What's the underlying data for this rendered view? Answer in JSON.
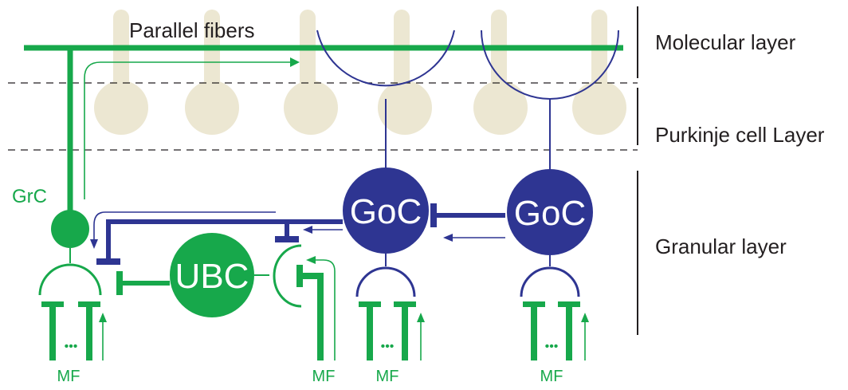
{
  "labels": {
    "parallel_fibers": "Parallel fibers",
    "grc": "GrC",
    "ubc": "UBC",
    "goc": "GoC",
    "mf": "MF",
    "dots": "•••"
  },
  "layers": [
    {
      "name": "Molecular layer"
    },
    {
      "name": "Purkinje cell Layer"
    },
    {
      "name": "Granular layer"
    }
  ],
  "colors": {
    "green": "#17a84b",
    "blue": "#2e3592",
    "beige": "#ece7d2",
    "dark": "#231f20"
  }
}
